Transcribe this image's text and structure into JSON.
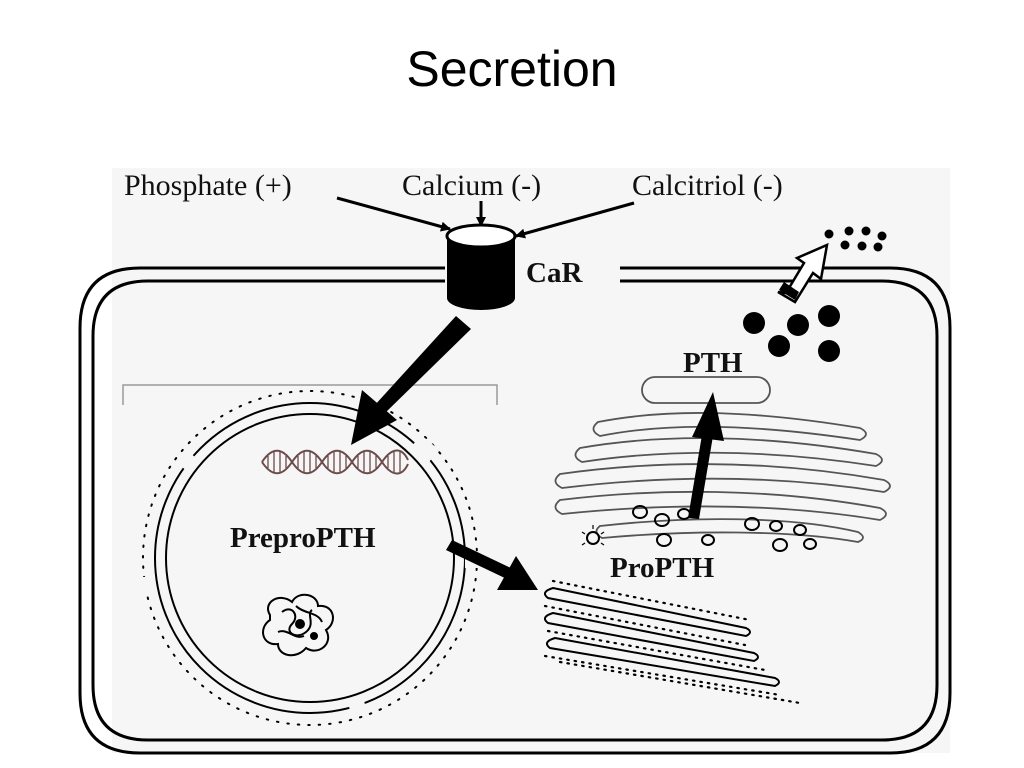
{
  "title": "Secretion",
  "labels": {
    "phosphate": "Phosphate  (+)",
    "calcium": "Calcium  (-)",
    "calcitriol": "Calcitriol (-)",
    "receptor": "CaR",
    "pth": "PTH",
    "prepropth": "PreproPTH",
    "propth": "ProPTH"
  }
}
